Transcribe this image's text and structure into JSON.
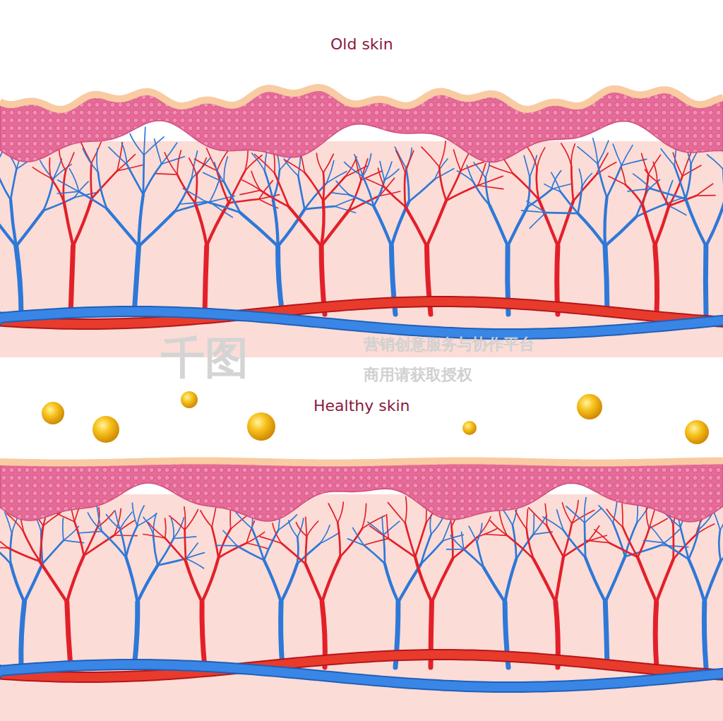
{
  "diagram": {
    "labels": [
      "Old skin",
      "Healthy skin",
      "千图",
      "营销创意服务与协作平台",
      "商用请获取授权"
    ]
  }
}
